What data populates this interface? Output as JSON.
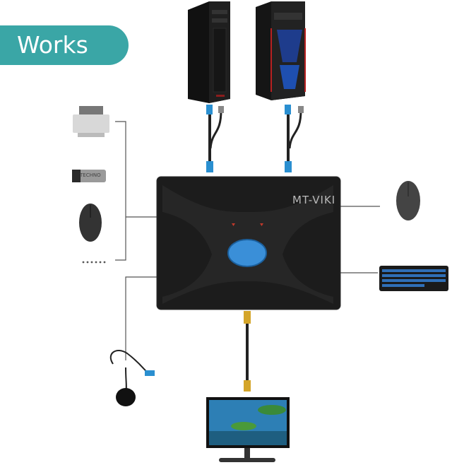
{
  "header": {
    "title": "Works"
  },
  "kvm": {
    "brand": "MT-VIKI",
    "accent_color": "#3a8fd8",
    "body_color": "#1c1c1c"
  },
  "usb_drive": {
    "label": "TECHNO"
  },
  "icons": {
    "pc_left": "desktop-tower-icon",
    "pc_right": "gaming-tower-icon",
    "printer": "printer-icon",
    "usb_drive": "usb-flash-drive-icon",
    "mouse_left": "mouse-icon",
    "more": "ellipsis-icon",
    "mouse_right": "mouse-icon",
    "keyboard": "keyboard-icon",
    "remote_button": "wired-remote-button-icon",
    "monitor": "monitor-icon"
  },
  "colors": {
    "badge": "#3aa6a6",
    "cable_usb": "#2a8fd0",
    "cable_hdmi": "#d4a52a"
  }
}
